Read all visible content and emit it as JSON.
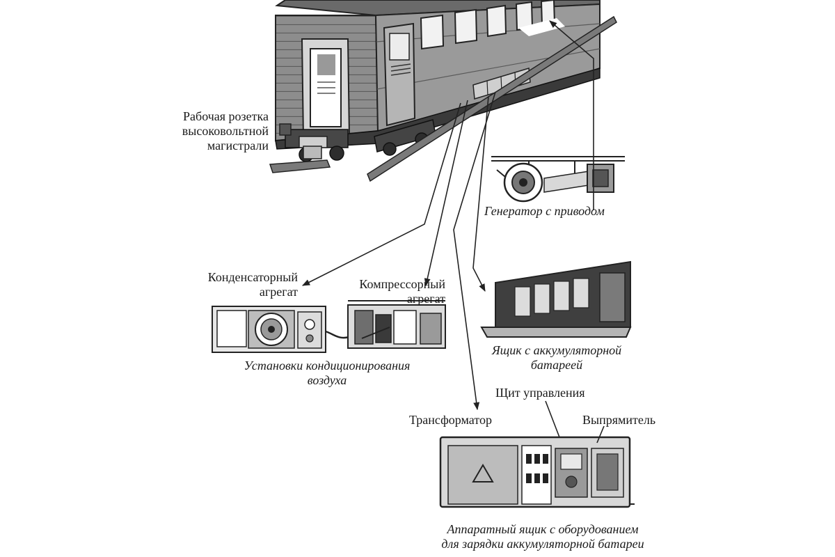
{
  "labels": {
    "socket": [
      "Рабочая розетка",
      "высоковольтной",
      "магистрали"
    ],
    "generator": "Генератор с приводом",
    "condenser": [
      "Конденсаторный",
      "агрегат"
    ],
    "compressor": [
      "Компрессорный",
      "агрегат"
    ],
    "aircon": [
      "Установки кондиционирования",
      "воздуха"
    ],
    "battery_box": [
      "Ящик с аккумуляторной",
      "батареей"
    ],
    "control_panel": "Щит управления",
    "transformer": "Трансформатор",
    "rectifier": "Выпрямитель",
    "equipment_box": [
      "Аппаратный ящик с оборудованием",
      "для зарядки аккумуляторной батареи"
    ]
  }
}
